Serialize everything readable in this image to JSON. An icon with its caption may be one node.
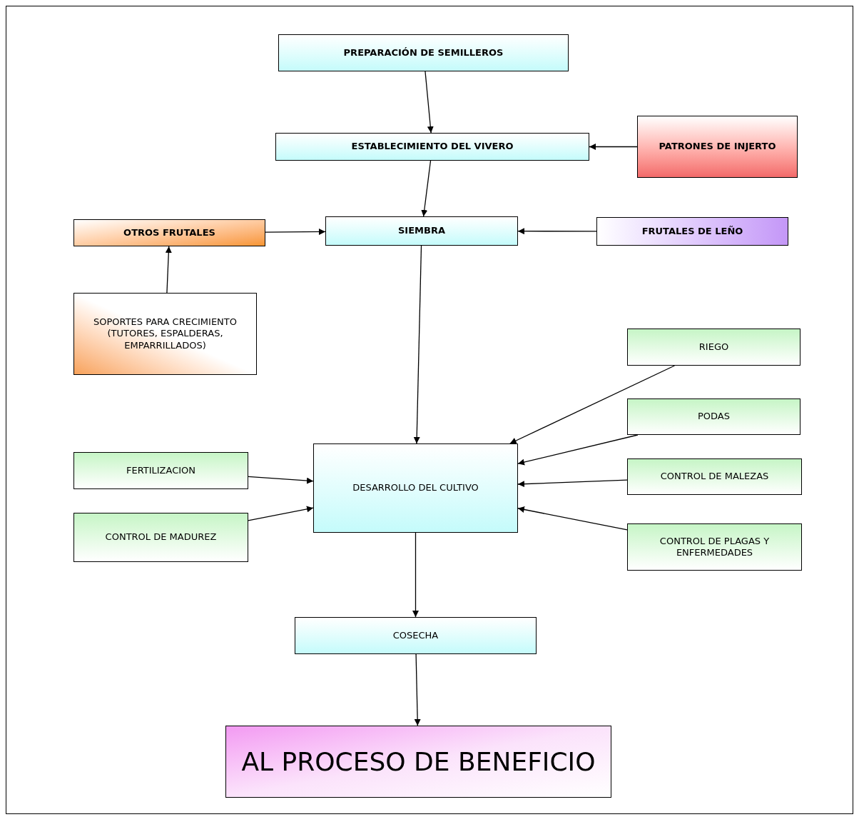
{
  "diagram": {
    "nodes": [
      {
        "text": [
          "PREPARACIÓN DE SEMILLEROS"
        ]
      },
      {
        "text": [
          "ESTABLECIMIENTO DEL VIVERO"
        ]
      },
      {
        "text": [
          "PATRONES DE INJERTO"
        ]
      },
      {
        "text": [
          "OTROS FRUTALES"
        ]
      },
      {
        "text": [
          "SIEMBRA"
        ]
      },
      {
        "text": [
          "FRUTALES DE LEÑO"
        ]
      },
      {
        "text": [
          "SOPORTES PARA CRECIMIENTO (TUTORES, ESPALDERAS, EMPARRILLADOS)"
        ]
      },
      {
        "text": [
          "RIEGO"
        ]
      },
      {
        "text": [
          "PODAS"
        ]
      },
      {
        "text": [
          "FERTILIZACION"
        ]
      },
      {
        "text": [
          "DESARROLLO DEL CULTIVO"
        ]
      },
      {
        "text": [
          "CONTROL DE MALEZAS"
        ]
      },
      {
        "text": [
          "CONTROL DE MADUREZ"
        ]
      },
      {
        "text": [
          "CONTROL DE PLAGAS Y ENFERMEDADES"
        ]
      },
      {
        "text": [
          "COSECHA"
        ]
      },
      {
        "text": [
          "AL PROCESO DE BENEFICIO"
        ]
      }
    ],
    "edges": [
      {
        "from": 0,
        "to": 1,
        "arrow": "to"
      },
      {
        "from": 2,
        "to": 1,
        "arrow": "to"
      },
      {
        "from": 1,
        "to": 4,
        "arrow": "to"
      },
      {
        "from": 3,
        "to": 4,
        "arrow": "to"
      },
      {
        "from": 5,
        "to": 4,
        "arrow": "to"
      },
      {
        "from": 6,
        "to": 3,
        "arrow": "to"
      },
      {
        "from": 4,
        "to": 10,
        "arrow": "to"
      },
      {
        "from": 7,
        "to": 10,
        "arrow": "to"
      },
      {
        "from": 8,
        "to": 10,
        "arrow": "to"
      },
      {
        "from": 9,
        "to": 10,
        "arrow": "to"
      },
      {
        "from": 11,
        "to": 10,
        "arrow": "to"
      },
      {
        "from": 12,
        "to": 10,
        "arrow": "to"
      },
      {
        "from": 13,
        "to": 10,
        "arrow": "to"
      },
      {
        "from": 10,
        "to": 14,
        "arrow": "to"
      },
      {
        "from": 14,
        "to": 15,
        "arrow": "to"
      }
    ]
  }
}
